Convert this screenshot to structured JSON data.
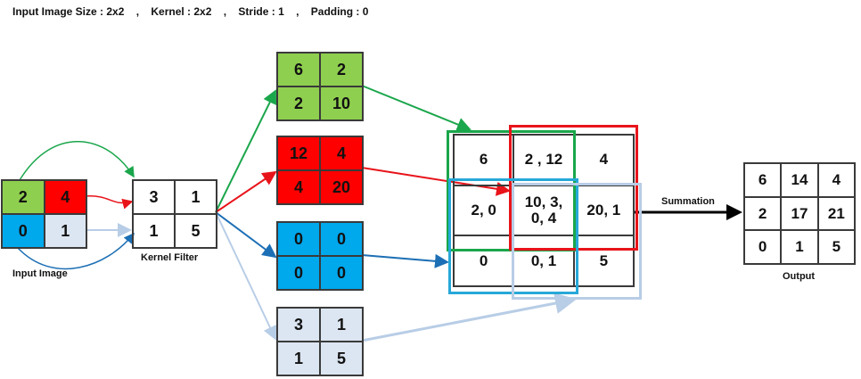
{
  "header_caption": "Input Image Size : 2x2    ,    Kernel : 2x2    ,    Stride : 1    ,    Padding : 0",
  "input_image": {
    "label": "Input Image",
    "cells": [
      "2",
      "4",
      "0",
      "1"
    ],
    "colors": [
      "#8fcf4f",
      "#ff0000",
      "#00a8ec",
      "#dce6f2"
    ]
  },
  "kernel": {
    "label": "Kernel Filter",
    "cells": [
      "3",
      "1",
      "1",
      "5"
    ]
  },
  "products": [
    {
      "cells": [
        "6",
        "2",
        "2",
        "10"
      ],
      "color": "#8fcf4f"
    },
    {
      "cells": [
        "12",
        "4",
        "4",
        "20"
      ],
      "color": "#ff0000"
    },
    {
      "cells": [
        "0",
        "0",
        "0",
        "0"
      ],
      "color": "#00a8ec"
    },
    {
      "cells": [
        "3",
        "1",
        "1",
        "5"
      ],
      "color": "#dce6f2"
    }
  ],
  "overlap_grid": {
    "cells": [
      "6",
      "2 , 12",
      "4",
      "2, 0",
      "10, 3,\n0, 4",
      "20, 1",
      "0",
      "0, 1",
      "5"
    ]
  },
  "summation_label": "Summation",
  "output": {
    "label": "Output",
    "cells": [
      "6",
      "14",
      "4",
      "2",
      "17",
      "21",
      "0",
      "1",
      "5"
    ]
  },
  "colors": {
    "green": "#1aa64b",
    "red": "#e8141a",
    "blue": "#1c6fb5",
    "light_blue": "#b8cde6",
    "teal": "#27a8d8"
  }
}
